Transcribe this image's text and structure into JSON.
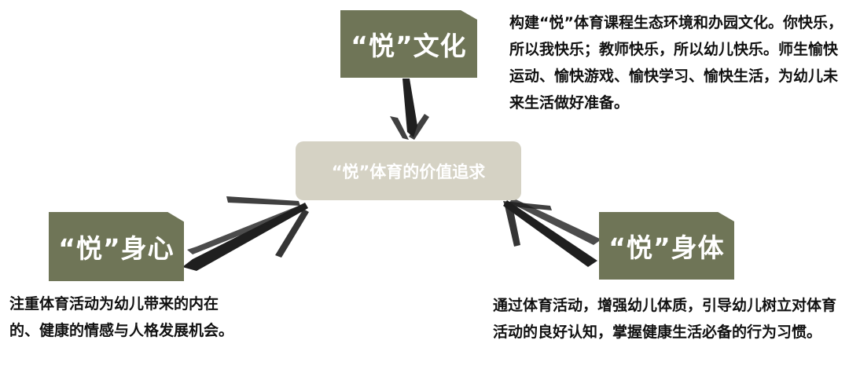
{
  "center": {
    "label": "“悦”体育的价值追求"
  },
  "nodes": [
    {
      "key": "culture",
      "label": "“悦”文化",
      "text": "构建“悦”体育课程生态环境和办园文化。你快乐，所以我快乐；教师快乐，所以幼儿快乐。师生愉快运动、愉快游戏、愉快学习、愉快生活，为幼儿未来生活做好准备。"
    },
    {
      "key": "mind",
      "label": "“悦”身心",
      "text": "注重体育活动为幼儿带来的内在的、健康的情感与人格发展机会。"
    },
    {
      "key": "body",
      "label": "“悦”身体",
      "text": "通过体育活动，增强幼儿体质，引导幼儿树立对体育活动的良好认知，掌握健康生活必备的行为习惯。"
    }
  ],
  "colors": {
    "tag": "#6f7557",
    "center": "#d5d2c4",
    "brush": "#1f1f1f"
  }
}
